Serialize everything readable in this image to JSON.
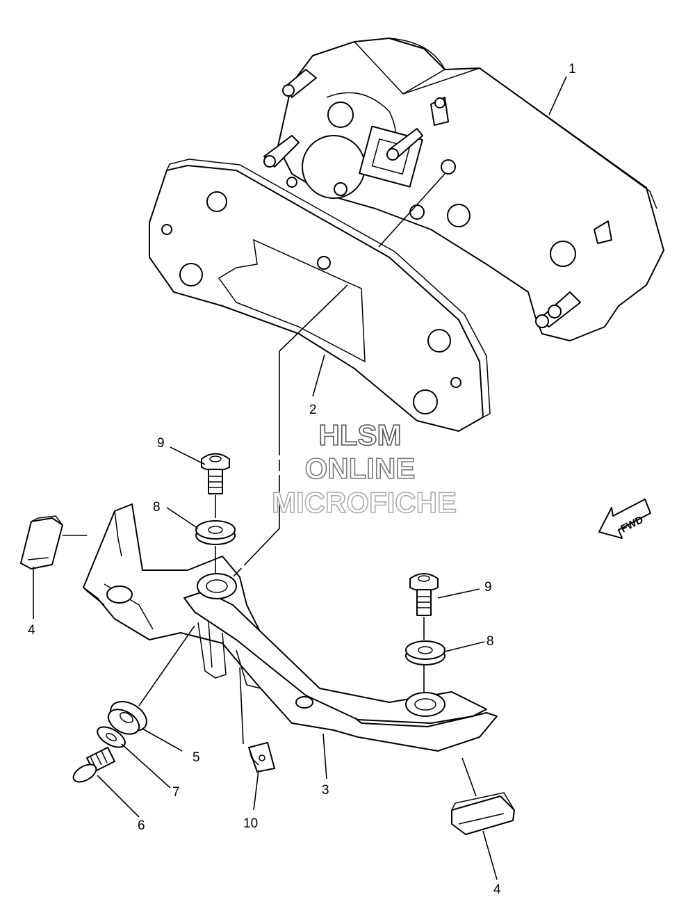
{
  "callouts": {
    "c1": "1",
    "c2": "2",
    "c3": "3",
    "c4a": "4",
    "c4b": "4",
    "c5": "5",
    "c6": "6",
    "c7": "7",
    "c8a": "8",
    "c8b": "8",
    "c9a": "9",
    "c9b": "9",
    "c10": "10"
  },
  "watermark": {
    "line1": "HLSM",
    "line2": "ONLINE",
    "line3": "MICROFICHE"
  },
  "direction_arrow": "FWD",
  "colors": {
    "line": "#000000",
    "watermark_line1": "#555555",
    "watermark_line2": "#777777",
    "watermark_line3": "#aaaaaa"
  }
}
